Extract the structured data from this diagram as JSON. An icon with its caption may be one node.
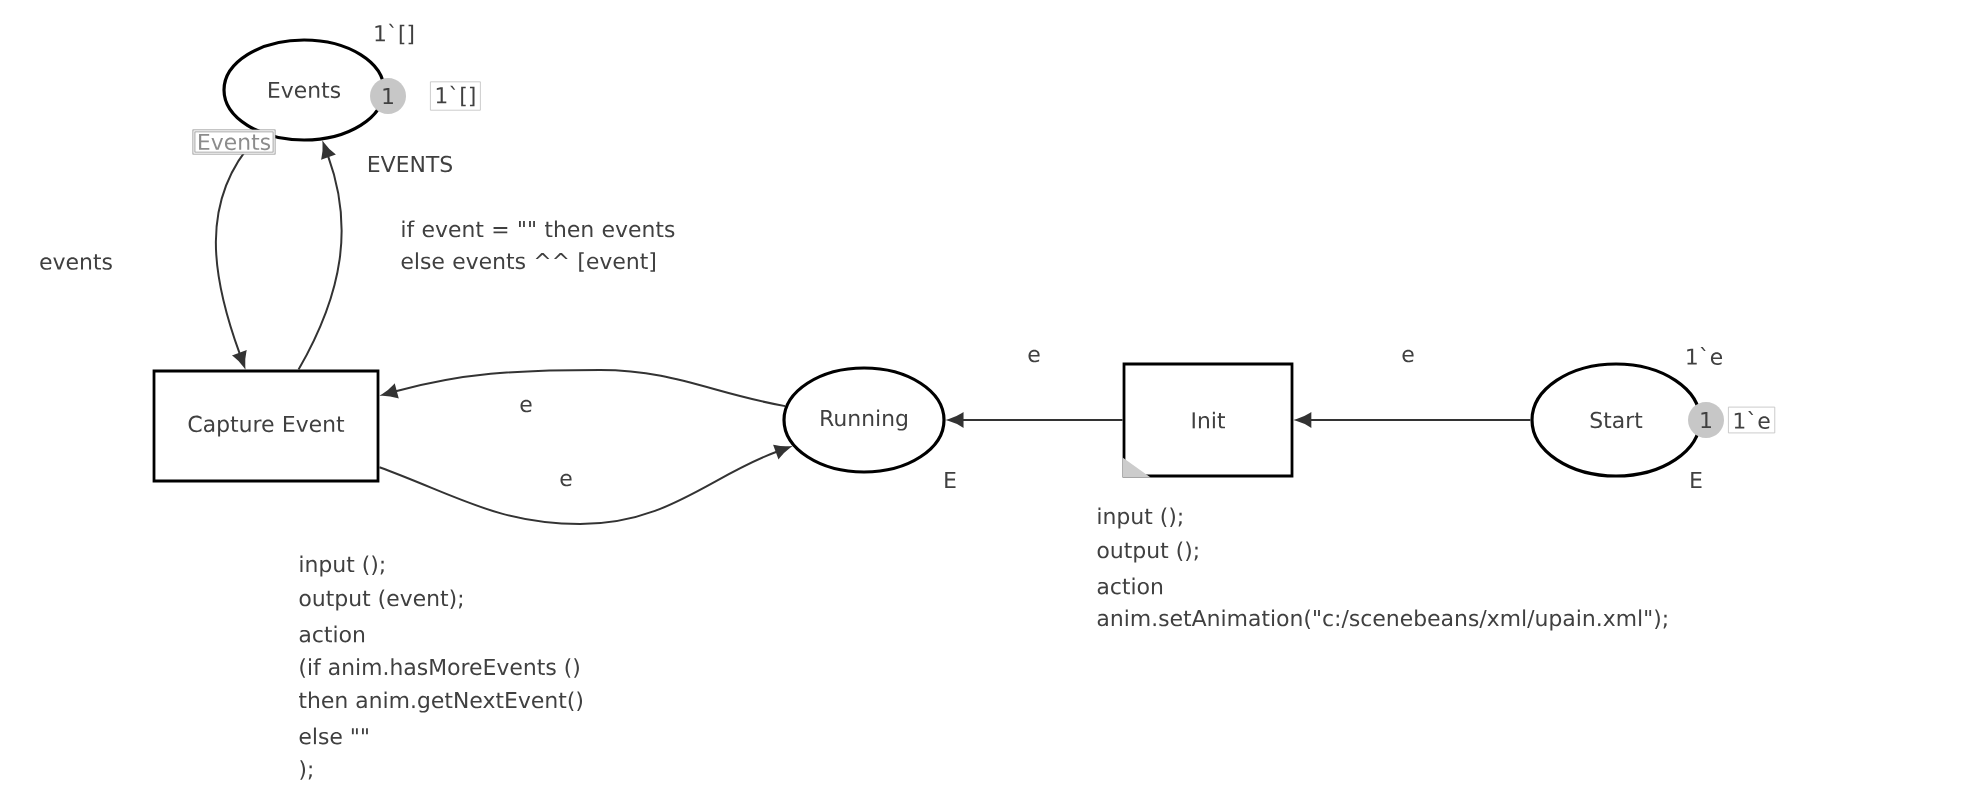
{
  "diagram": {
    "nodes": [
      {
        "text": [
          "Events"
        ],
        "beside": [
          "1`[]",
          "1",
          "1`[]",
          "Events",
          "EVENTS"
        ]
      },
      {
        "text": [
          "Capture Event"
        ],
        "beside": [
          "input ();",
          "output (event);",
          "action",
          "(if anim.hasMoreEvents ()",
          "then anim.getNextEvent()",
          "else \"\"",
          ");"
        ]
      },
      {
        "text": [
          "Running"
        ],
        "beside": [
          "E"
        ]
      },
      {
        "text": [
          "Init"
        ],
        "beside": [
          "input ();",
          "output ();",
          "action",
          "anim.setAnimation(\"c:/scenebeans/xml/upain.xml\");"
        ]
      },
      {
        "text": [
          "Start"
        ],
        "beside": [
          "1`e",
          "1",
          "1`e",
          "E"
        ]
      }
    ],
    "edges": [
      {
        "from": 0,
        "to": 1,
        "arrow": "to",
        "label": "events"
      },
      {
        "from": 1,
        "to": 0,
        "arrow": "to",
        "label": "if event = \"\" then events else events ^^ [event]"
      },
      {
        "from": 2,
        "to": 1,
        "arrow": "to",
        "label": "e"
      },
      {
        "from": 1,
        "to": 2,
        "arrow": "to",
        "label": "e"
      },
      {
        "from": 3,
        "to": 2,
        "arrow": "to",
        "label": "e"
      },
      {
        "from": 4,
        "to": 3,
        "arrow": "to",
        "label": "e"
      }
    ]
  }
}
